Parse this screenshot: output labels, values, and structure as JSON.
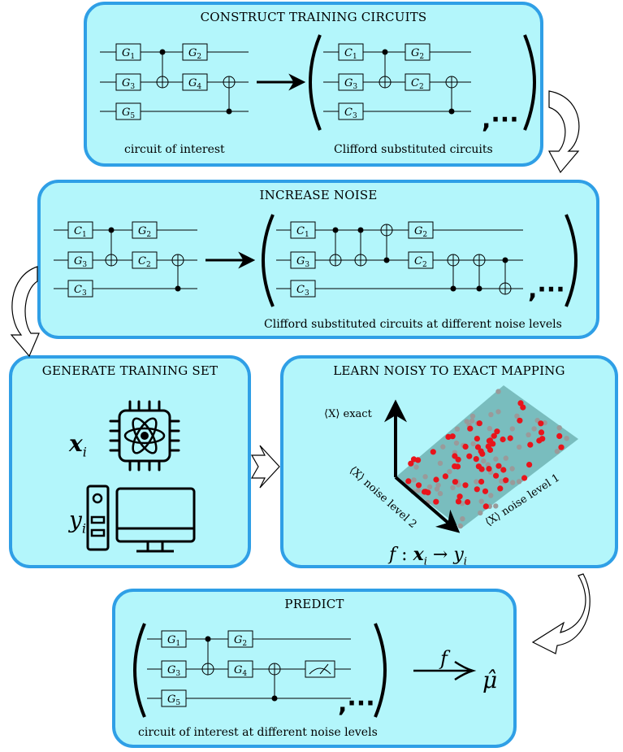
{
  "panels": {
    "construct": {
      "title": "CONSTRUCT TRAINING CIRCUITS",
      "caption_left": "circuit of interest",
      "caption_right": "Clifford substituted circuits",
      "ellipsis": ",···",
      "circuit_left_gates": [
        "G1",
        "G2",
        "G3",
        "G4",
        "G5"
      ],
      "circuit_right_gates": [
        "C1",
        "G2",
        "G3",
        "C2",
        "C3"
      ]
    },
    "noise": {
      "title": "INCREASE NOISE",
      "caption": "Clifford substituted circuits at different noise levels",
      "ellipsis": ",···",
      "circuit_left_gates": [
        "C1",
        "G2",
        "G3",
        "C2",
        "C3"
      ],
      "circuit_right_gates": [
        "C1",
        "G2",
        "G3",
        "C2",
        "C3"
      ]
    },
    "training": {
      "title": "GENERATE TRAINING SET",
      "x_label": "x",
      "x_sub": "i",
      "y_label": "y",
      "y_sub": "i"
    },
    "learn": {
      "title": "LEARN NOISY TO EXACT MAPPING",
      "axis_exact": "⟨X⟩ exact",
      "axis_noise2": "⟨X⟩ noise level 2",
      "axis_noise1": "⟨X⟩ noise level 1",
      "formula_f": "f",
      "formula_colon": ":",
      "formula_x": "x",
      "formula_sub_x": "i",
      "formula_arrow": "→",
      "formula_y": "y",
      "formula_sub_y": "i"
    },
    "predict": {
      "title": "PREDICT",
      "caption": "circuit of interest at different noise levels",
      "ellipsis": ",···",
      "arrow_label": "f",
      "result": "μ̂",
      "circuit_gates": [
        "G1",
        "G2",
        "G3",
        "G4",
        "G5"
      ]
    }
  },
  "colors": {
    "panel_fill": "#b3f6fb",
    "panel_border": "#2f9fe6",
    "plane": "#6fb3b3",
    "point_red": "#e8141b",
    "point_gray": "#9a9a9a"
  },
  "icons": [
    "cpu-atom-icon",
    "desktop-computer-icon",
    "curved-arrow-icon",
    "measurement-meter-icon"
  ]
}
